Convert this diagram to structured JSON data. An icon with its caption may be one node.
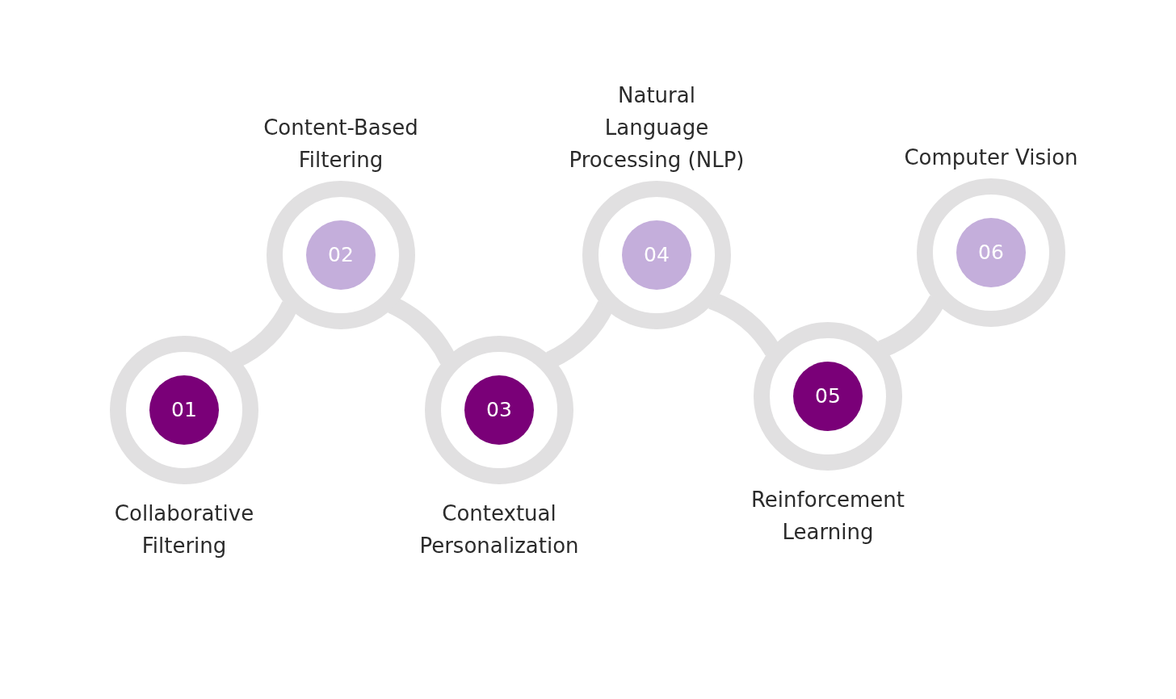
{
  "diagram": {
    "nodes": [
      {
        "text": [
          "01",
          "Collaborative Filtering"
        ]
      },
      {
        "text": [
          "Content-Based Filtering",
          "02"
        ]
      },
      {
        "text": [
          "03",
          "Contextual Personalization"
        ]
      },
      {
        "text": [
          "Natural Language Processing (NLP)",
          "04"
        ]
      },
      {
        "text": [
          "05",
          "Reinforcement Learning"
        ]
      },
      {
        "text": [
          "Computer Vision",
          "06"
        ]
      }
    ],
    "edges": [
      {
        "from": 0,
        "to": 1,
        "arrow": "none"
      },
      {
        "from": 1,
        "to": 2,
        "arrow": "none"
      },
      {
        "from": 2,
        "to": 3,
        "arrow": "none"
      },
      {
        "from": 3,
        "to": 4,
        "arrow": "none"
      },
      {
        "from": 4,
        "to": 5,
        "arrow": "none"
      }
    ]
  }
}
